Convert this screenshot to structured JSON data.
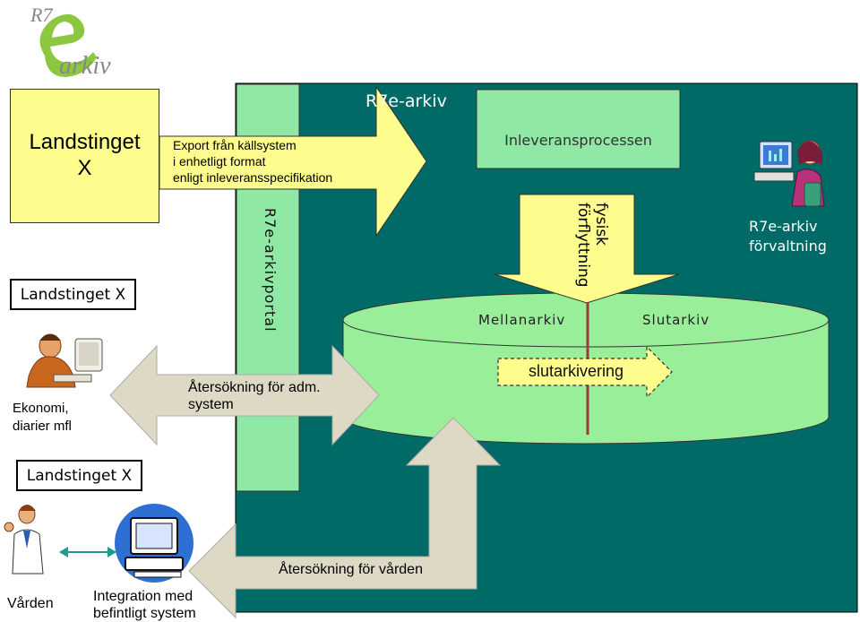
{
  "logo": {
    "line1": "R7",
    "letter": "e",
    "line2": "arkiv"
  },
  "landsting_box": {
    "title": "Landstinget\nX"
  },
  "export_arrow": {
    "text": "Export från källsystem\n i enhetligt format\nenligt inleveransspecifikation"
  },
  "portal_label": "R7e-arkivportal",
  "system_title": "R7e-arkiv",
  "inleverans_box": {
    "title": "Inleveransprocessen"
  },
  "fysisk_arrow": {
    "text": "fysisk\nförflyttning"
  },
  "forvaltning": {
    "text": "R7e-arkiv\nförvaltning"
  },
  "mellanarkiv_label": "Mellanarkiv",
  "slutarkiv_label": "Slutarkiv",
  "slutarkivering_label": "slutarkivering",
  "atersokning_adm": {
    "text": "Återsökning för adm.\nsystem"
  },
  "atersokning_varden": "Återsökning för vården",
  "labels": {
    "landstinget_1": "Landstinget X",
    "landstinget_2": "Landstinget X",
    "ekonomi": "Ekonomi,\ndiarier mfl",
    "varden": "Vården",
    "integration": "Integration med\n befintligt system"
  },
  "colors": {
    "teal_bg": "#006a66",
    "portal_green": "#8fe8a4",
    "cylinder_green": "#99ee99",
    "yellow": "#fdfd8e",
    "arrow_beige": "#ddd9c4",
    "divider_red": "#9b3a3a",
    "logo_green": "#8dc63f",
    "logo_gray": "#888888"
  }
}
